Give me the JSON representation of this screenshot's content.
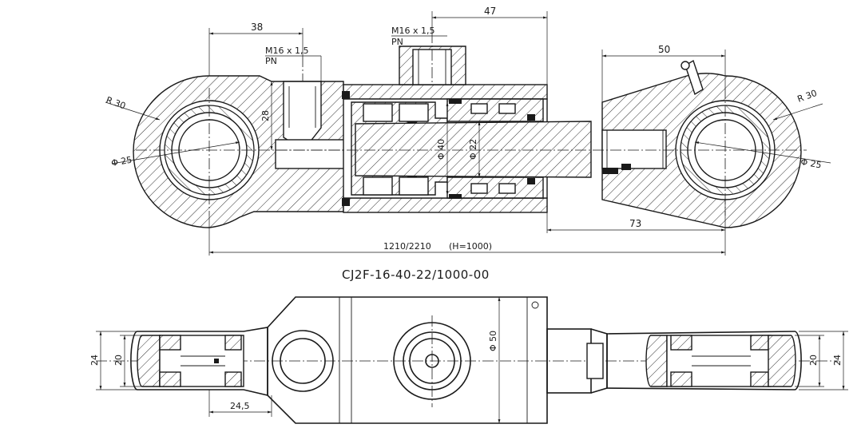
{
  "title": "CJ2F-16-40-22/1000-00",
  "dims": {
    "d38": "38",
    "d47": "47",
    "d50": "50",
    "d73": "73",
    "overall": "1210/2210",
    "stroke": "(H=1000)",
    "port_left_thread": "M16 x 1,5",
    "port_left_pn": "PN",
    "port_top_thread": "M16 x 1,5",
    "port_top_pn": "PN",
    "r_left": "R 30",
    "r_right": "R 30",
    "dia_left": "Φ 25",
    "dia_right": "Φ 25",
    "d28": "28",
    "dia40": "Φ 40",
    "dia22": "Φ 22",
    "dia50": "Φ 50",
    "left_24": "24",
    "left_20": "20",
    "right_20": "20",
    "right_24": "24",
    "d245": "24,5"
  }
}
